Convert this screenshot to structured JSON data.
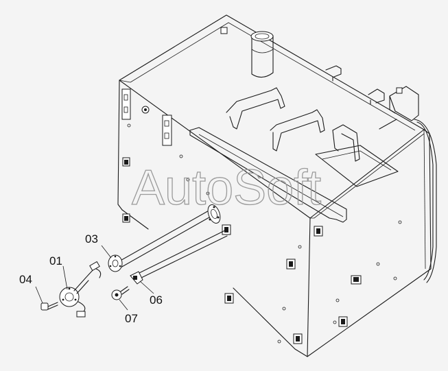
{
  "watermark": "AutoSoft",
  "callouts": {
    "p01": "01",
    "p03": "03",
    "p04": "04",
    "p06": "06",
    "p07": "07"
  }
}
